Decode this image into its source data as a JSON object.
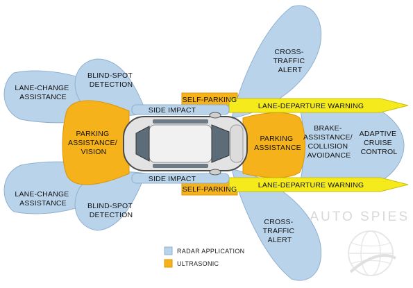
{
  "colors": {
    "radar": "#b9d3ea",
    "radar_stroke": "#8fb0cf",
    "ultrasonic": "#f5b21a",
    "ultrasonic_stroke": "#d9940a",
    "lane_departure": "#f4ea1c",
    "car_body": "#d9d9d9"
  },
  "zones": {
    "lane_change_top": [
      "LANE-CHANGE",
      "ASSISTANCE"
    ],
    "blind_spot_top": [
      "BLIND-SPOT",
      "DETECTION"
    ],
    "cross_traffic_top": [
      "CROSS-",
      "TRAFFIC",
      "ALERT"
    ],
    "self_parking_top": "SELF-PARKING",
    "side_impact_top": "SIDE IMPACT",
    "lane_departure_top": "LANE-DEPARTURE WARNING",
    "parking_vision": [
      "PARKING",
      "ASSISTANCE/",
      "VISION"
    ],
    "parking_front": [
      "PARKING",
      "ASSISTANCE"
    ],
    "brake": [
      "BRAKE-",
      "ASSISTANCE/",
      "COLLISION",
      "AVOIDANCE"
    ],
    "adaptive": [
      "ADAPTIVE",
      "CRUISE",
      "CONTROL"
    ],
    "side_impact_bottom": "SIDE IMPACT",
    "self_parking_bottom": "SELF-PARKING",
    "lane_departure_bottom": "LANE-DEPARTURE WARNING",
    "lane_change_bottom": [
      "LANE-CHANGE",
      "ASSISTANCE"
    ],
    "blind_spot_bottom": [
      "BLIND-SPOT",
      "DETECTION"
    ],
    "cross_traffic_bottom": [
      "CROSS-",
      "TRAFFIC",
      "ALERT"
    ]
  },
  "legend": {
    "radar_label": "RADAR APPLICATION",
    "ultrasonic_label": "ULTRASONIC"
  },
  "watermark": "AUTO SPIES"
}
